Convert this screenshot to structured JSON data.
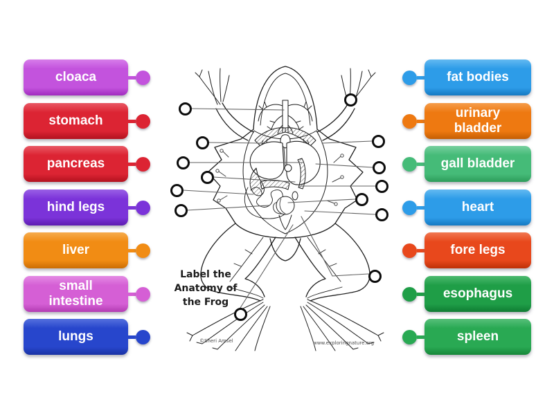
{
  "diagram": {
    "title": "Label the\nAnatomy of\nthe Frog",
    "credit_left": "©Sheri Amsel",
    "credit_right": "www.exploringnature.org"
  },
  "left_labels": [
    {
      "text": "cloaca",
      "base": "#c353dd",
      "light": "#d77cea",
      "dark": "#a02cbe"
    },
    {
      "text": "stomach",
      "base": "#dc2433",
      "light": "#e95864",
      "dark": "#b2121f"
    },
    {
      "text": "pancreas",
      "base": "#dc2433",
      "light": "#e95864",
      "dark": "#b2121f"
    },
    {
      "text": "hind legs",
      "base": "#7b33d9",
      "light": "#9a60e6",
      "dark": "#5d1cb0"
    },
    {
      "text": "liver",
      "base": "#f18c14",
      "light": "#f6ac4e",
      "dark": "#cb6d04"
    },
    {
      "text": "small intestine",
      "base": "#d55fd5",
      "light": "#e48ae4",
      "dark": "#b23bb2"
    },
    {
      "text": "lungs",
      "base": "#2746cc",
      "light": "#5570de",
      "dark": "#1a32a4"
    }
  ],
  "right_labels": [
    {
      "text": "fat bodies",
      "base": "#2d9ce8",
      "light": "#63b9f1",
      "dark": "#1579c2"
    },
    {
      "text": "urinary bladder",
      "base": "#ee7911",
      "light": "#f59d4b",
      "dark": "#c55e03"
    },
    {
      "text": "gall bladder",
      "base": "#45bb78",
      "light": "#76cf9e",
      "dark": "#2d9c5a"
    },
    {
      "text": "heart",
      "base": "#2d9ce8",
      "light": "#63b9f1",
      "dark": "#1579c2"
    },
    {
      "text": "fore legs",
      "base": "#e8481c",
      "light": "#f17852",
      "dark": "#bd3008"
    },
    {
      "text": "esophagus",
      "base": "#1f9e47",
      "light": "#4bb96e",
      "dark": "#0f7c33"
    },
    {
      "text": "spleen",
      "base": "#29a953",
      "light": "#57c07a",
      "dark": "#168639"
    }
  ]
}
